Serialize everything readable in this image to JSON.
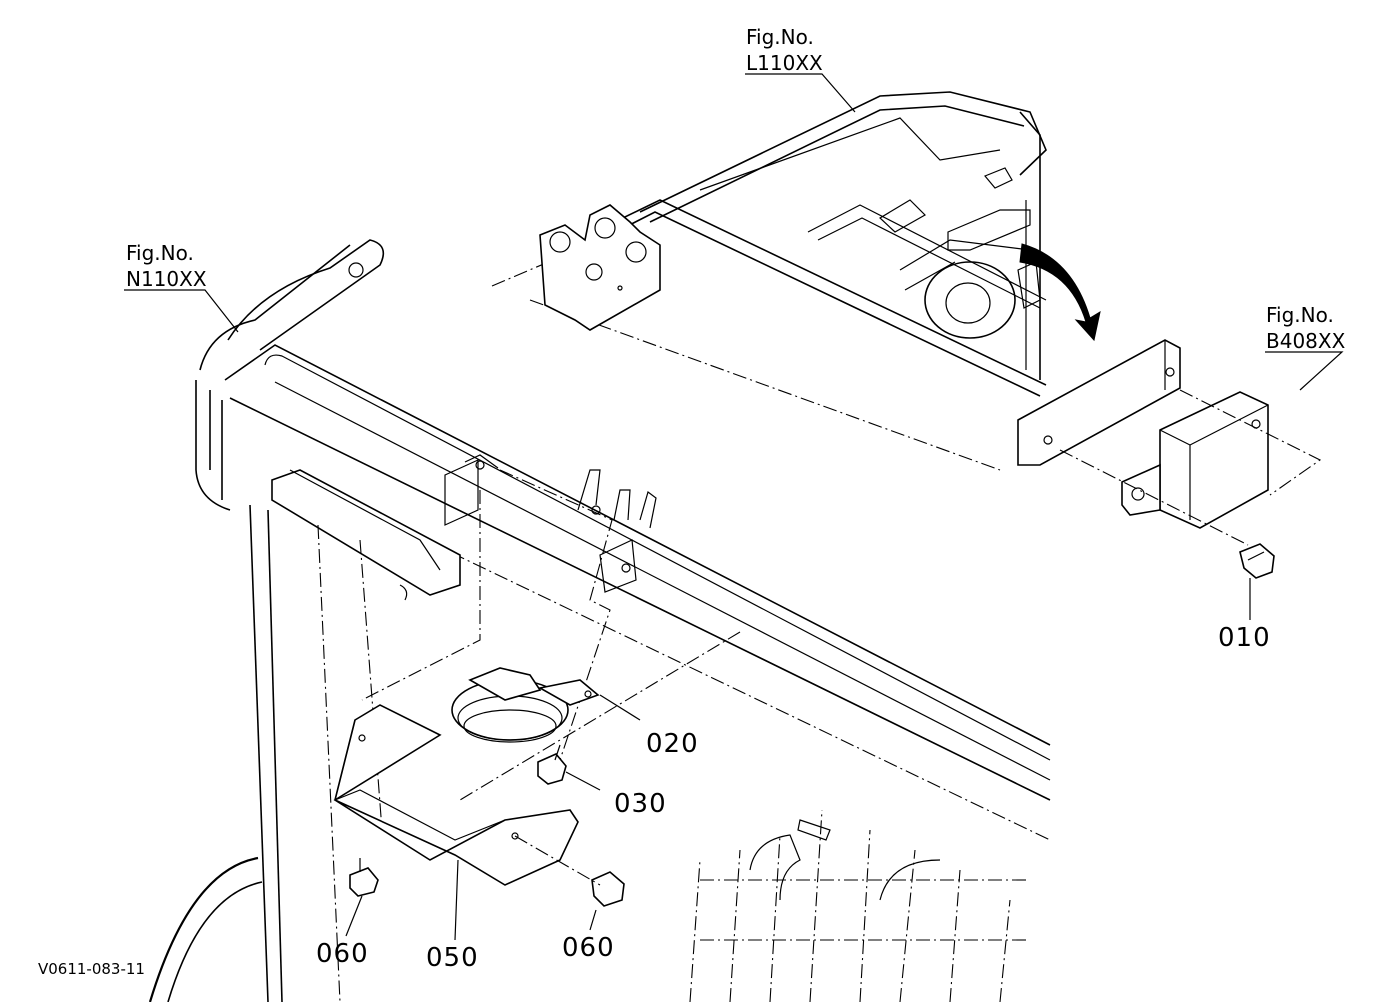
{
  "figure_refs": {
    "n": {
      "line1": "Fig.No.",
      "line2": "N110XX"
    },
    "l": {
      "line1": "Fig.No.",
      "line2": "L110XX"
    },
    "b": {
      "line1": "Fig.No.",
      "line2": "B408XX"
    }
  },
  "parts": {
    "p010": "010",
    "p020": "020",
    "p030": "030",
    "p050": "050",
    "p060a": "060",
    "p060b": "060"
  },
  "drawing_code": "V0611-083-11"
}
